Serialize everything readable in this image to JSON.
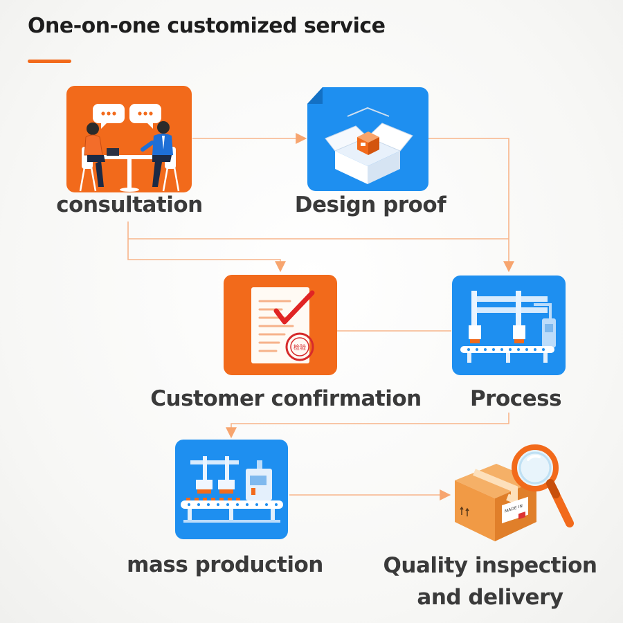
{
  "title": "One-on-one customized service",
  "colors": {
    "accent_orange": "#f26a1b",
    "tile_blue": "#1e8ff0",
    "connector": "#f7b48a",
    "label_text": "#3a3a3a"
  },
  "steps": [
    {
      "label": "consultation",
      "icon": "consultation-icon"
    },
    {
      "label": "Design proof",
      "icon": "design-box-icon"
    },
    {
      "label": "Customer confirmation",
      "icon": "document-check-icon"
    },
    {
      "label": "Process",
      "icon": "process-machine-icon"
    },
    {
      "label": "mass production",
      "icon": "production-line-icon"
    },
    {
      "label": "Quality inspection and delivery",
      "icon": "package-inspection-icon"
    }
  ],
  "icon_text": {
    "stamp": "检验",
    "package_tag": "MADE IN"
  }
}
